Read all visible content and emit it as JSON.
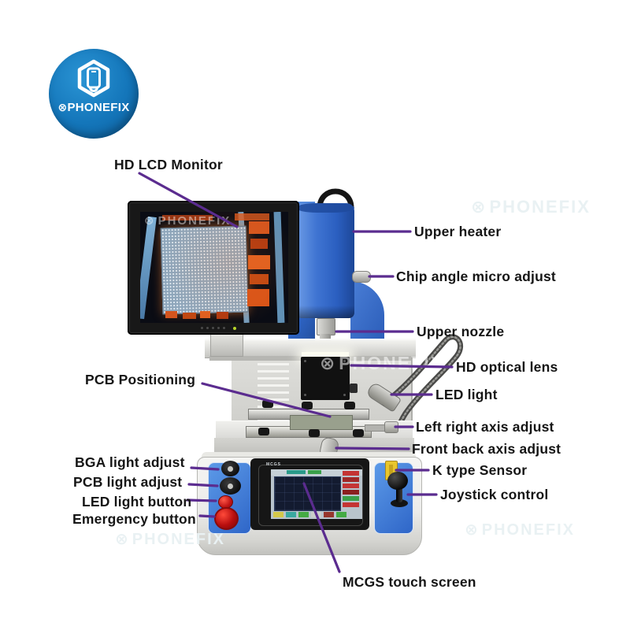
{
  "brand": {
    "name": "PHONEFIX"
  },
  "logo": {
    "text": "PHONEFIX"
  },
  "watermark": {
    "text": "PHONEFIX"
  },
  "icons": {
    "circle_x": "⊗"
  },
  "machine": {
    "monitor_screen_watermark": "PHONEFIX",
    "touchscreen_label": "MCGS"
  },
  "annotations": [
    {
      "id": "hd-lcd-monitor",
      "label": "HD LCD Monitor"
    },
    {
      "id": "upper-heater",
      "label": "Upper heater"
    },
    {
      "id": "chip-angle-micro-adjust",
      "label": "Chip angle micro adjust"
    },
    {
      "id": "upper-nozzle",
      "label": "Upper nozzle"
    },
    {
      "id": "hd-optical-lens",
      "label": "HD optical lens"
    },
    {
      "id": "led-light",
      "label": "LED light"
    },
    {
      "id": "left-right-axis-adjust",
      "label": "Left right axis adjust"
    },
    {
      "id": "front-back-axis-adjust",
      "label": "Front back axis adjust"
    },
    {
      "id": "k-type-sensor",
      "label": "K type Sensor"
    },
    {
      "id": "joystick-control",
      "label": "Joystick control"
    },
    {
      "id": "pcb-positioning",
      "label": "PCB Positioning"
    },
    {
      "id": "bga-light-adjust",
      "label": "BGA light adjust"
    },
    {
      "id": "pcb-light-adjust",
      "label": "PCB light adjust"
    },
    {
      "id": "led-light-button",
      "label": "LED light button"
    },
    {
      "id": "emergency-button",
      "label": "Emergency button"
    },
    {
      "id": "mcgs-touch-screen",
      "label": "MCGS touch screen"
    }
  ],
  "colors": {
    "annotation_line": "#5b2c8f",
    "label_text": "#151515",
    "brand_blue": "#1476ba",
    "machine_blue": "#2f66c8",
    "emergency_red": "#c01212",
    "sensor_yellow": "#e8c62c"
  }
}
